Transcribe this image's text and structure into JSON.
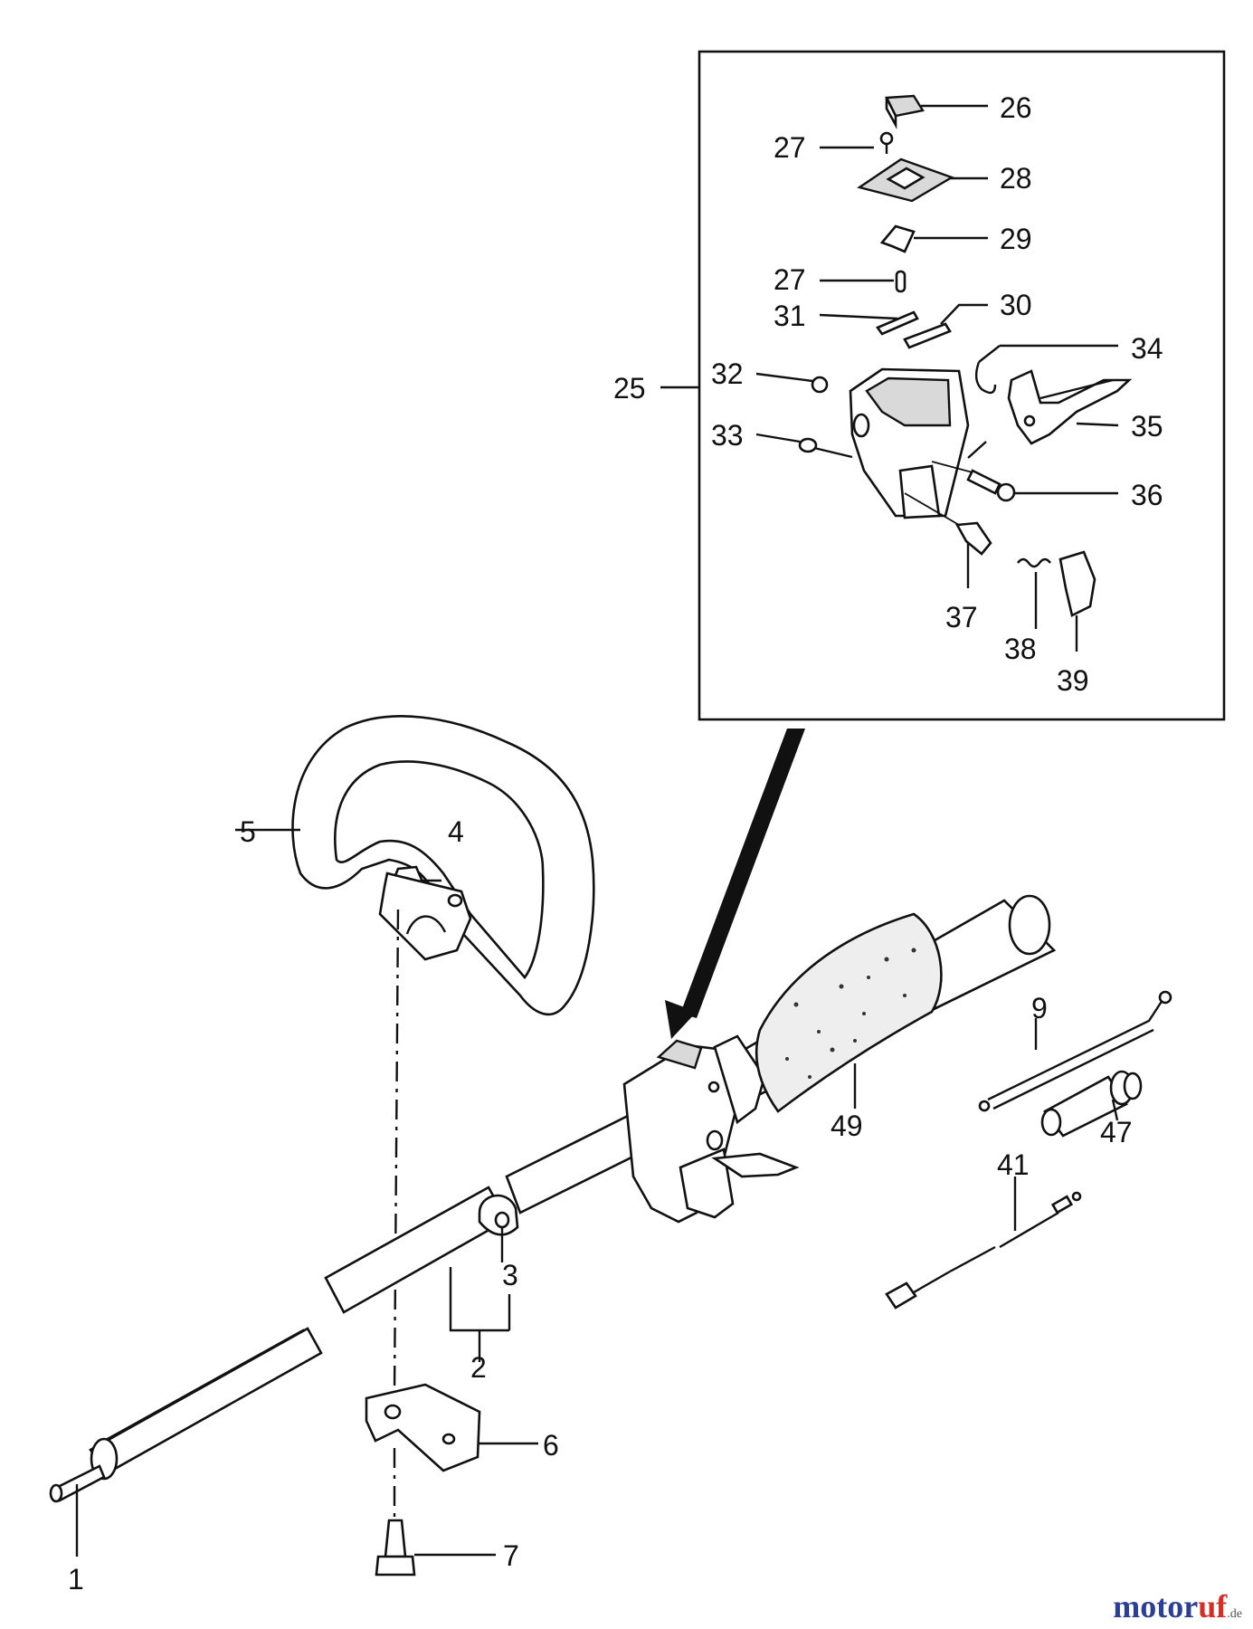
{
  "part_labels": {
    "p1": "1",
    "p2": "2",
    "p3": "3",
    "p4": "4",
    "p5": "5",
    "p6": "6",
    "p7": "7",
    "p9": "9",
    "p25": "25",
    "p26": "26",
    "p27a": "27",
    "p27b": "27",
    "p28": "28",
    "p29": "29",
    "p30": "30",
    "p31": "31",
    "p32": "32",
    "p33": "33",
    "p34": "34",
    "p35": "35",
    "p36": "36",
    "p37": "37",
    "p38": "38",
    "p39": "39",
    "p41": "41",
    "p47": "47",
    "p49": "49"
  },
  "watermark": {
    "brand_main": "motor",
    "brand_accent": "uf",
    "brand_suffix": ".de"
  }
}
